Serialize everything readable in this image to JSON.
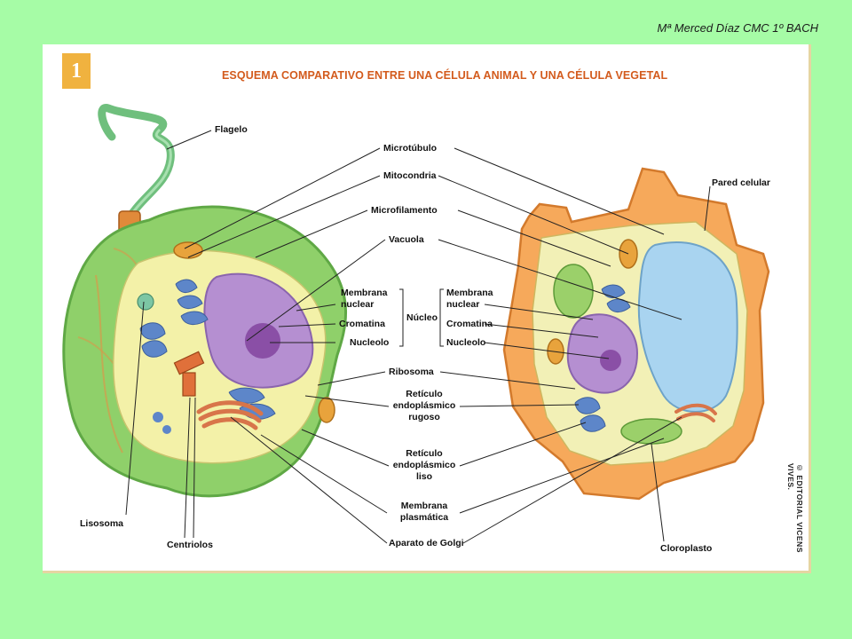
{
  "credit": "Mª Merced Díaz CMC 1º BACH",
  "sheet": {
    "number": "1",
    "title": "ESQUEMA COMPARATIVO ENTRE UNA CÉLULA ANIMAL Y UNA CÉLULA VEGETAL",
    "copyright": "© EDITORIAL VICENS VIVES."
  },
  "labels": {
    "flagelo": "Flagelo",
    "microtubulo": "Microtúbulo",
    "mitocondria": "Mitocondria",
    "microfilamento": "Microfilamento",
    "vacuola": "Vacuola",
    "membrana_nuclear_left": [
      "Membrana",
      "nuclear"
    ],
    "cromatina_left": "Cromatina",
    "nucleolo_left": "Nucleolo",
    "nucleo": "Núcleo",
    "membrana_nuclear_right": [
      "Membrana",
      "nuclear"
    ],
    "cromatina_right": "Cromatina",
    "nucleolo_right": "Nucleolo",
    "ribosoma": "Ribosoma",
    "reticulo_rugoso": [
      "Retículo",
      "endoplásmico",
      "rugoso"
    ],
    "reticulo_liso": [
      "Retículo",
      "endoplásmico",
      "liso"
    ],
    "membrana_plasmatica": [
      "Membrana",
      "plasmática"
    ],
    "aparato_golgi": "Aparato de Golgi",
    "lisosoma": "Lisosoma",
    "centriolos": "Centriolos",
    "pared_celular": "Pared celular",
    "cloroplasto": "Cloroplasto"
  },
  "colors": {
    "background": "#a6fca6",
    "title": "#d35b1d",
    "badge": "#f0b23f",
    "animal_membrane": "#8fd06a",
    "animal_cytoplasm": "#f3f1a8",
    "plant_wall": "#f6a95b",
    "vacuole": "#a9d4f0",
    "nucleus": "#b58fd1"
  }
}
